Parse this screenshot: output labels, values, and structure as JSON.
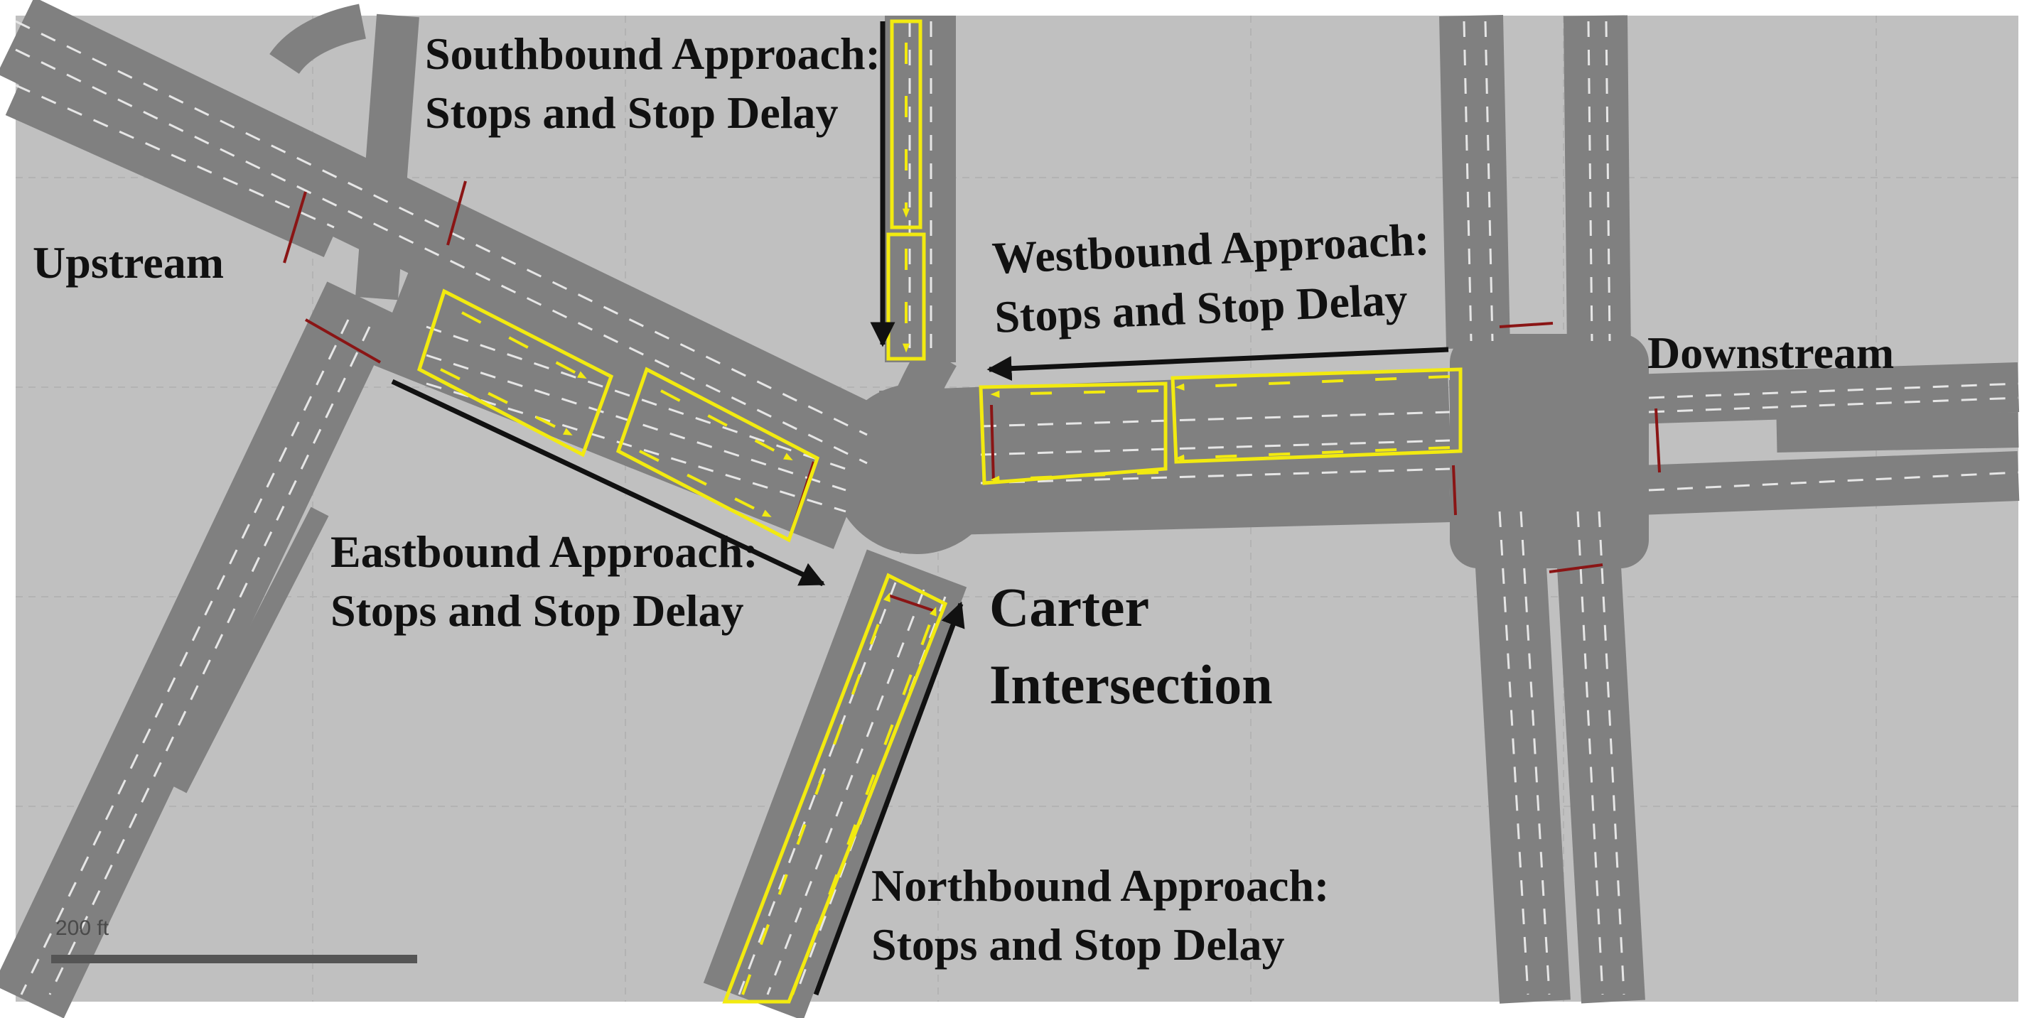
{
  "labels": {
    "upstream": "Upstream",
    "downstream": "Downstream",
    "southbound_line1": "Southbound Approach:",
    "southbound_line2": "Stops and Stop Delay",
    "westbound_line1": "Westbound Approach:",
    "westbound_line2": "Stops and Stop Delay",
    "eastbound_line1": "Eastbound Approach:",
    "eastbound_line2": "Stops and Stop Delay",
    "northbound_line1": "Northbound Approach:",
    "northbound_line2": "Stops and Stop Delay",
    "intersection_line1": "Carter",
    "intersection_line2": "Intersection"
  },
  "scale_bar": {
    "label": "200 ft"
  },
  "colors": {
    "background": "#c0c0c0",
    "road": "#808080",
    "lane_marking": "#e6e6e6",
    "detector_zone": "#f2ea10",
    "stop_bar": "#8a1515",
    "arrow": "#111111",
    "grid": "#b3b3b3"
  }
}
